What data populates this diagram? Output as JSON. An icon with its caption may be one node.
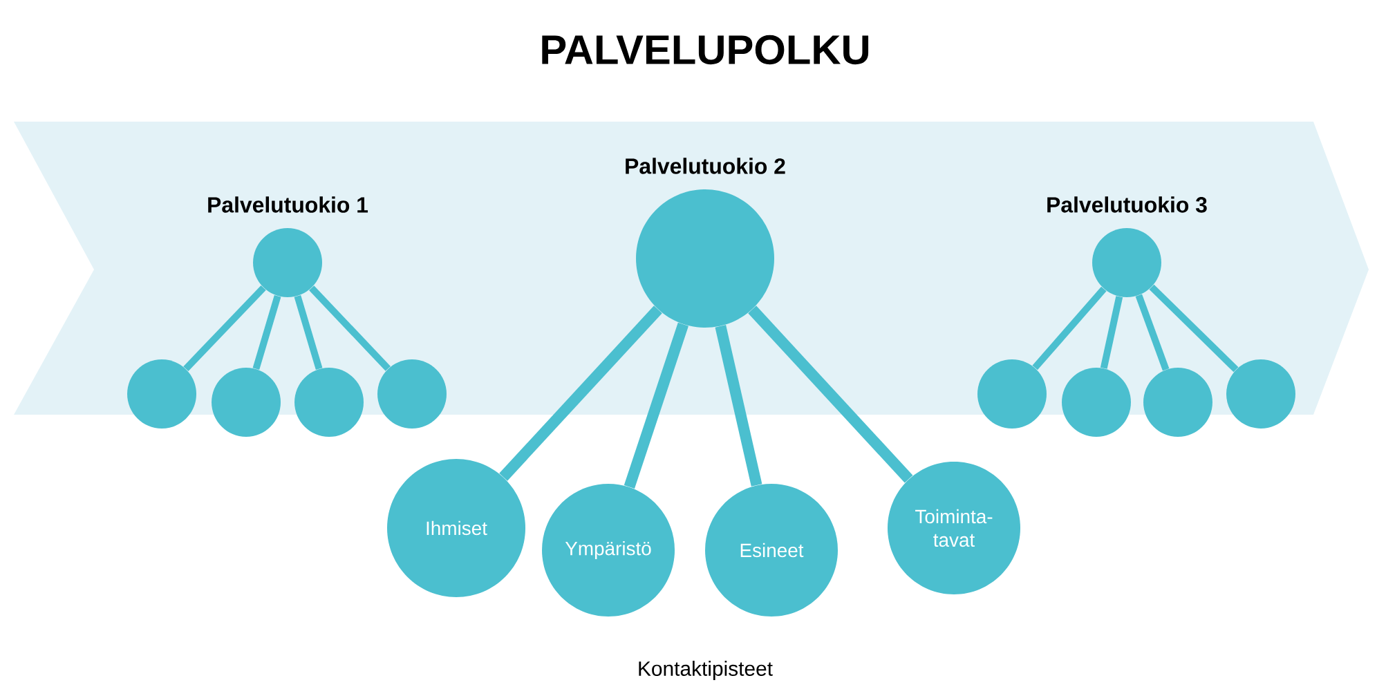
{
  "diagram": {
    "title": "PALVELUPOLKU",
    "nodes": [
      {
        "text": [
          "Palvelutuokio 1"
        ]
      },
      {
        "text": [],
        "shape": "circle"
      },
      {
        "text": [],
        "shape": "circle"
      },
      {
        "text": [],
        "shape": "circle"
      },
      {
        "text": [],
        "shape": "circle"
      },
      {
        "text": [
          "Palvelutuokio 2"
        ]
      },
      {
        "text": [
          "Ihmiset"
        ]
      },
      {
        "text": [
          "Ympäristö"
        ]
      },
      {
        "text": [
          "Esineet"
        ]
      },
      {
        "text": [
          "Toiminta-tavat"
        ]
      },
      {
        "text": [
          "Palvelutuokio 3"
        ]
      },
      {
        "text": [],
        "shape": "circle"
      },
      {
        "text": [],
        "shape": "circle"
      },
      {
        "text": [],
        "shape": "circle"
      },
      {
        "text": [],
        "shape": "circle"
      }
    ],
    "edges": [
      {
        "from": 0,
        "to": 1,
        "arrow": "none"
      },
      {
        "from": 0,
        "to": 2,
        "arrow": "none"
      },
      {
        "from": 0,
        "to": 3,
        "arrow": "none"
      },
      {
        "from": 0,
        "to": 4,
        "arrow": "none"
      },
      {
        "from": 5,
        "to": 6,
        "arrow": "none"
      },
      {
        "from": 5,
        "to": 7,
        "arrow": "none"
      },
      {
        "from": 5,
        "to": 8,
        "arrow": "none"
      },
      {
        "from": 5,
        "to": 9,
        "arrow": "none"
      },
      {
        "from": 10,
        "to": 11,
        "arrow": "none"
      },
      {
        "from": 10,
        "to": 12,
        "arrow": "none"
      },
      {
        "from": 10,
        "to": 13,
        "arrow": "none"
      },
      {
        "from": 10,
        "to": 14,
        "arrow": "none"
      }
    ],
    "labels": [
      "Kontaktipisteet"
    ]
  }
}
